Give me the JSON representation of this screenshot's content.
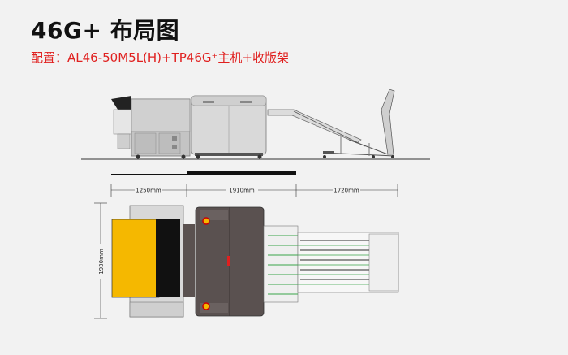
{
  "header": {
    "title": "46G+ 布局图",
    "config": "配置：AL46-50M5L(H)+TP46G⁺主机+收版架"
  },
  "dimensions": {
    "len1": "1250mm",
    "len2": "1910mm",
    "len3": "1720mm",
    "width": "1930mm"
  },
  "colors": {
    "accent_red": "#e0201f",
    "machine_gray": "#c8c8c8",
    "yellow": "#f5b800",
    "green_rail": "#3aa64a",
    "dark_brown": "#5a5150"
  }
}
